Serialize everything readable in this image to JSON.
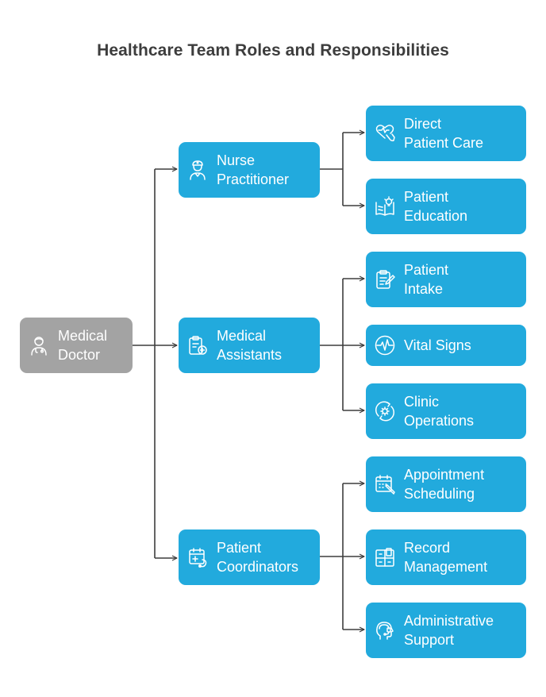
{
  "title": "Healthcare Team Roles and Responsibilities",
  "colors": {
    "root": "#a3a3a3",
    "node": "#22aadd",
    "connector": "#3d3d3d",
    "title": "#3d3d3d"
  },
  "root": {
    "lines": [
      "Medical",
      "Doctor"
    ],
    "icon": "doctor-icon"
  },
  "roles": [
    {
      "lines": [
        "Nurse",
        "Practitioner"
      ],
      "icon": "nurse-icon",
      "tasks": [
        {
          "lines": [
            "Direct",
            "Patient Care"
          ],
          "icon": "heart-hand-icon"
        },
        {
          "lines": [
            "Patient",
            "Education"
          ],
          "icon": "book-lightbulb-icon"
        }
      ]
    },
    {
      "lines": [
        "Medical",
        "Assistants"
      ],
      "icon": "clipboard-plus-icon",
      "tasks": [
        {
          "lines": [
            "Patient",
            "Intake"
          ],
          "icon": "clipboard-pen-icon"
        },
        {
          "lines": [
            "Vital Signs"
          ],
          "icon": "pulse-icon"
        },
        {
          "lines": [
            "Clinic",
            "Operations"
          ],
          "icon": "gear-cycle-icon"
        }
      ]
    },
    {
      "lines": [
        "Patient",
        "Coordinators"
      ],
      "icon": "calendar-stethoscope-icon",
      "tasks": [
        {
          "lines": [
            "Appointment",
            "Scheduling"
          ],
          "icon": "calendar-pen-icon"
        },
        {
          "lines": [
            "Record",
            "Management"
          ],
          "icon": "file-cabinet-icon"
        },
        {
          "lines": [
            "Administrative",
            "Support"
          ],
          "icon": "headset-icon"
        }
      ]
    }
  ]
}
